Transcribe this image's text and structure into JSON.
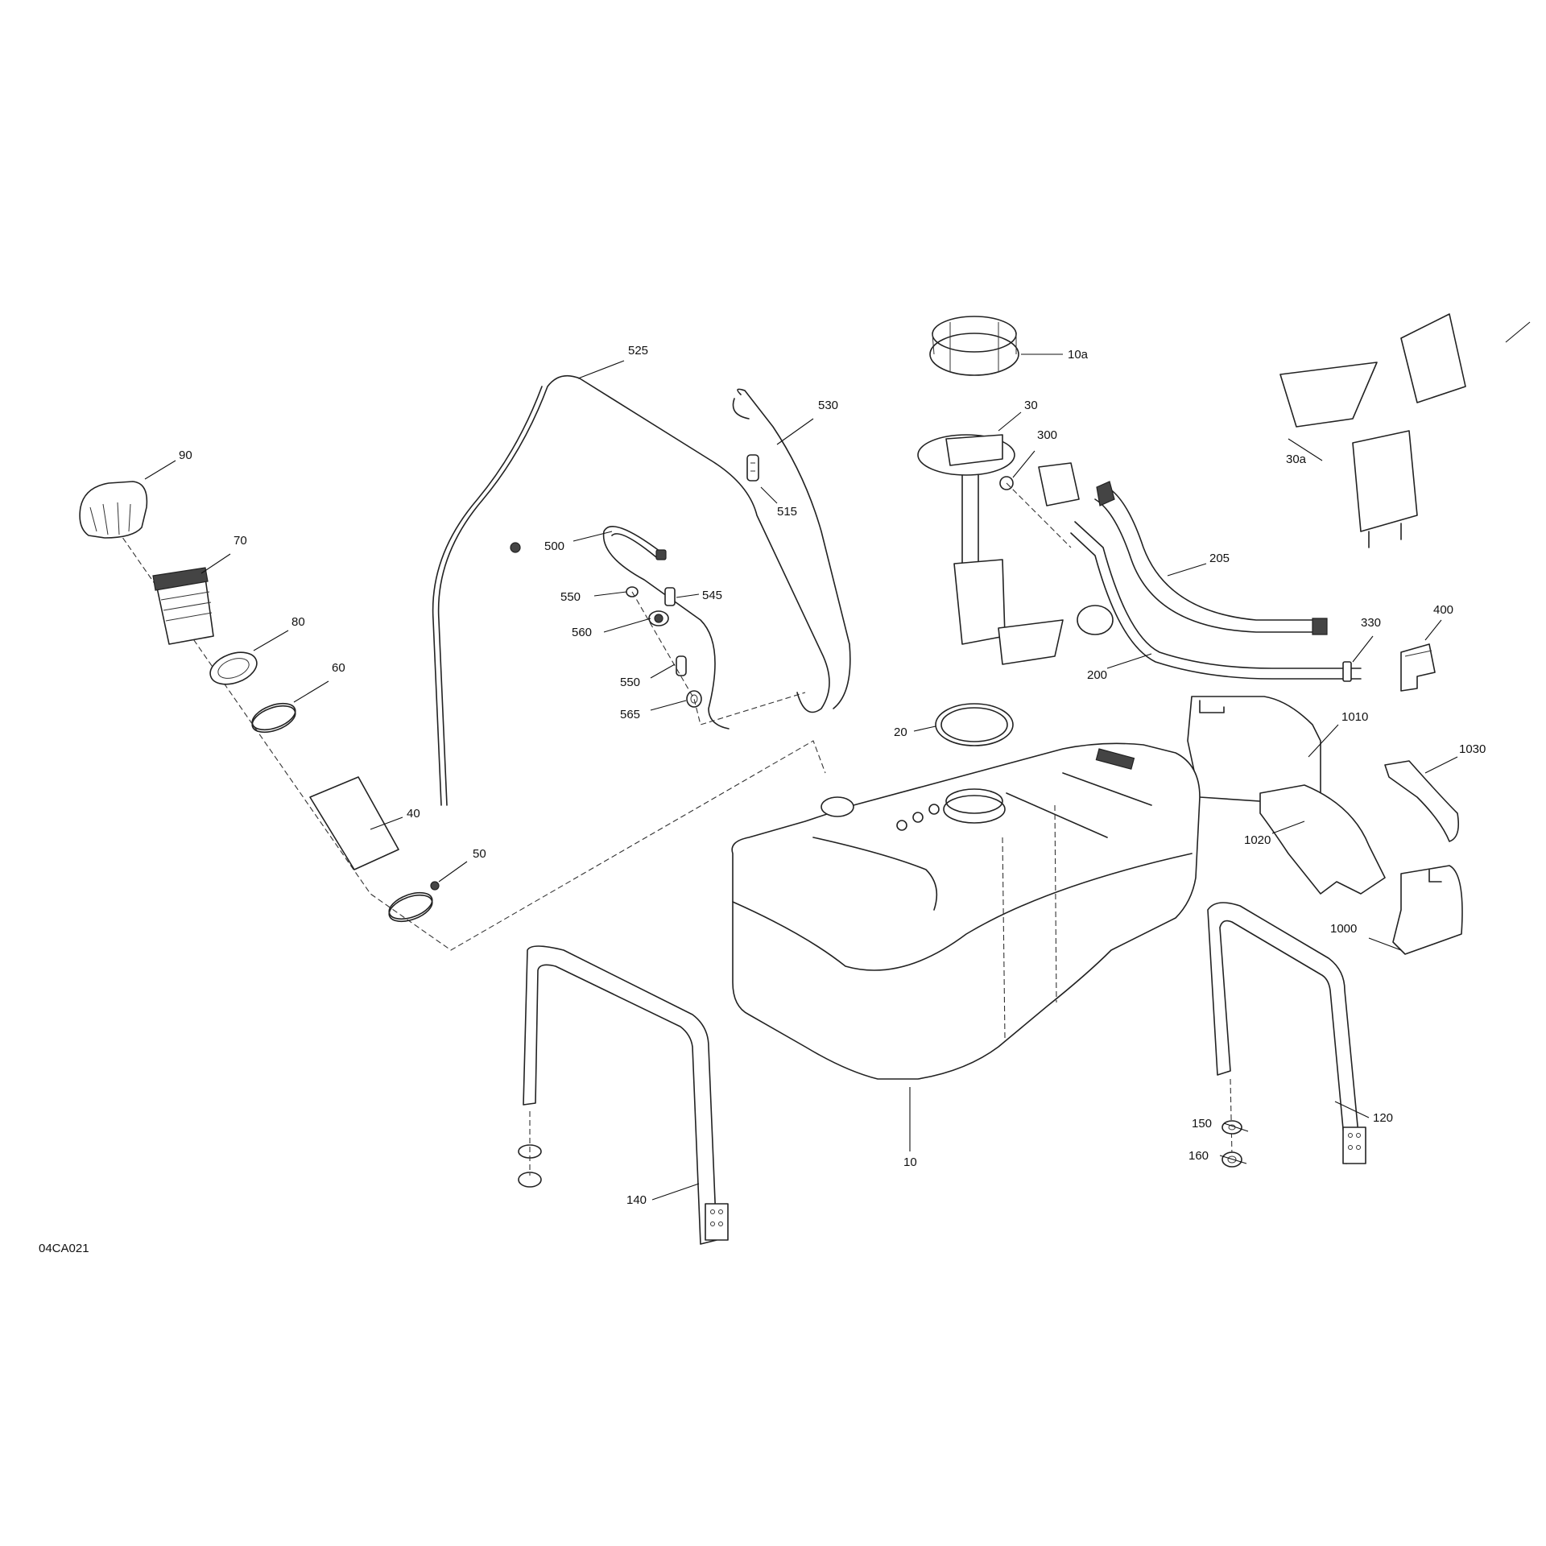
{
  "diagram_code": "04CA021",
  "callouts": {
    "c10": "10",
    "c10a": "10a",
    "c20": "20",
    "c30": "30",
    "c30a": "30a",
    "c40": "40",
    "c50": "50",
    "c60": "60",
    "c70": "70",
    "c80": "80",
    "c90": "90",
    "c120": "120",
    "c140": "140",
    "c150": "150",
    "c160": "160",
    "c200": "200",
    "c205": "205",
    "c300": "300",
    "c330": "330",
    "c400": "400",
    "c500": "500",
    "c515": "515",
    "c525": "525",
    "c530": "530",
    "c545": "545",
    "c550a": "550",
    "c550b": "550",
    "c560": "560",
    "c565": "565",
    "c1000": "1000",
    "c1010": "1010",
    "c1020": "1020",
    "c1030": "1030"
  }
}
